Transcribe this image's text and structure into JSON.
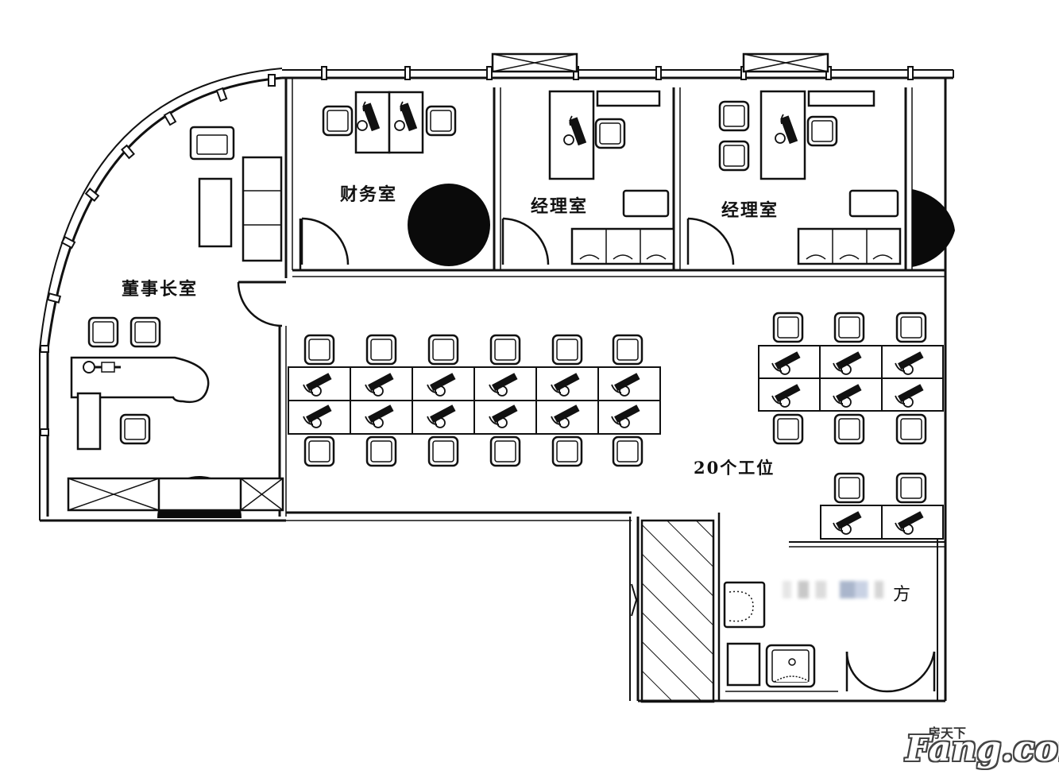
{
  "rooms": {
    "chairman": "董事长室",
    "finance": "财务室",
    "manager_1": "经理室",
    "manager_2": "经理室",
    "workstations": "20个工位",
    "blurred_tail": "方"
  },
  "watermark": {
    "small": "房天下",
    "brand": "Fang.com"
  }
}
